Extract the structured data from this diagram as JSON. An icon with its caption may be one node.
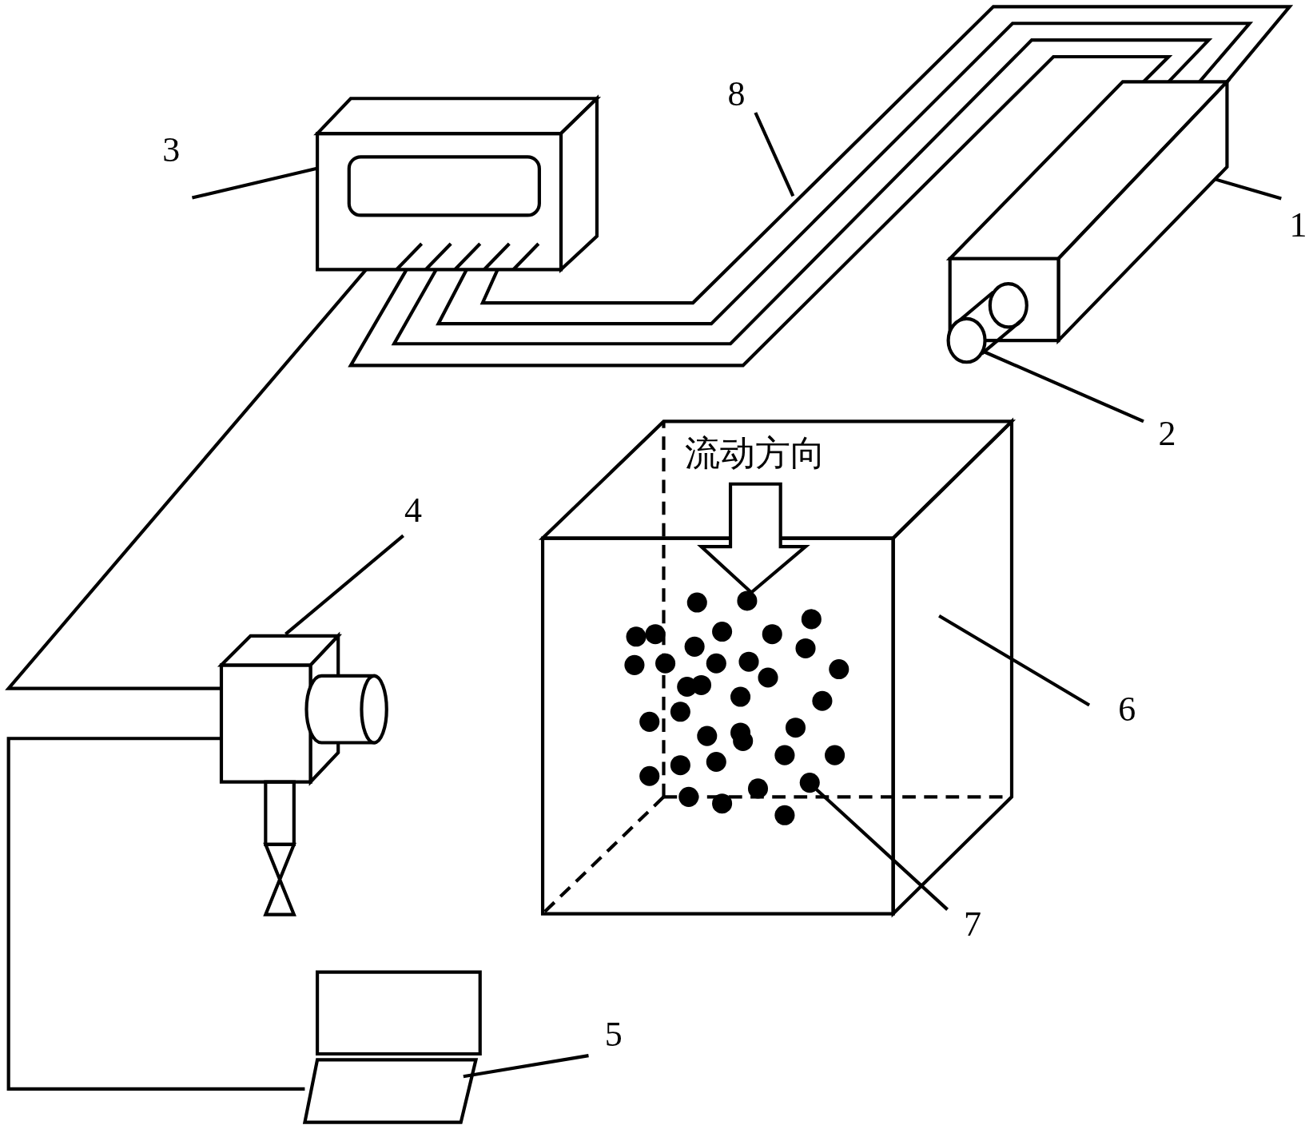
{
  "diagram": {
    "nodes": [
      {
        "text": [
          "3"
        ]
      },
      {
        "text": [],
        "shape": "picture"
      },
      {
        "text": [
          "8"
        ]
      },
      {
        "text": [],
        "shape": "picture"
      },
      {
        "text": [
          "1"
        ]
      },
      {
        "text": [],
        "shape": "cylinder"
      },
      {
        "text": [
          "2"
        ]
      },
      {
        "text": [
          "4"
        ]
      },
      {
        "text": [],
        "shape": "picture"
      },
      {
        "text": [],
        "shape": "box"
      },
      {
        "text": [
          "6"
        ]
      },
      {
        "text": [],
        "shape": "circle",
        "in": 9
      },
      {
        "text": [
          "7"
        ]
      },
      {
        "text": [],
        "shape": "box"
      },
      {
        "text": [
          "5"
        ]
      }
    ],
    "edges": [
      {
        "from": 0,
        "to": 1,
        "arrow": "none"
      },
      {
        "from": 2,
        "to": null,
        "arrow": "none"
      },
      {
        "from": 4,
        "to": 3,
        "arrow": "none"
      },
      {
        "from": 6,
        "to": 5,
        "arrow": "none"
      },
      {
        "from": 7,
        "to": 8,
        "arrow": "none"
      },
      {
        "from": 10,
        "to": 9,
        "arrow": "none"
      },
      {
        "from": 12,
        "to": 11,
        "arrow": "none"
      },
      {
        "from": 14,
        "to": 13,
        "arrow": "none"
      },
      {
        "from": 1,
        "to": 3,
        "arrow": "none"
      },
      {
        "from": 1,
        "to": 8,
        "arrow": "none"
      },
      {
        "from": 8,
        "to": 13,
        "arrow": "none"
      }
    ],
    "labels": [
      "流动方向"
    ]
  }
}
